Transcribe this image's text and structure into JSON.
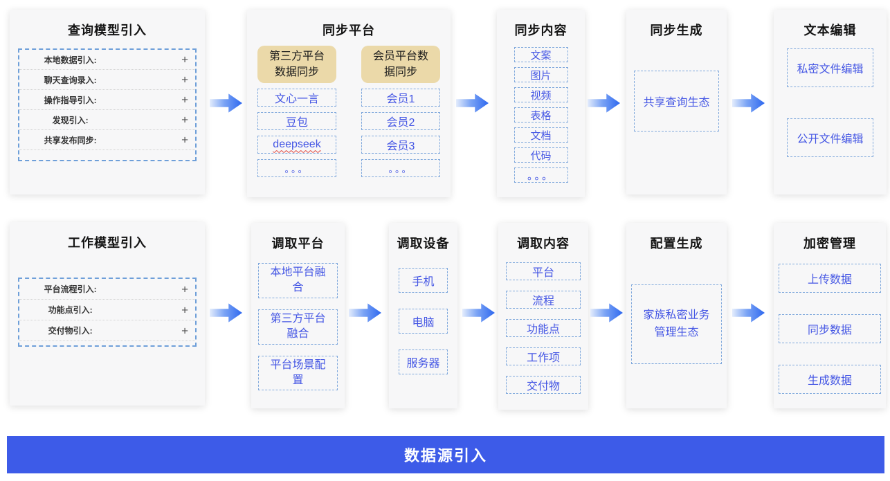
{
  "banner": {
    "label": "数据源引入"
  },
  "icons": {
    "plus": "+",
    "dots": "。。。"
  },
  "colors": {
    "banner_blue": "#3d5be8",
    "arrow_blue": "#2e68ef",
    "item_text_blue": "#4456e4",
    "dashed_border_blue": "#7fa8dc",
    "group_header_tan": "#ebd9a9",
    "panel_background": "#f7f7f8",
    "misspell_underline_red": "#e0443a"
  },
  "top_row": {
    "panel1": {
      "title": "查询模型引入",
      "rows": [
        {
          "label": "本地数据引入:"
        },
        {
          "label": "聊天查询录入:"
        },
        {
          "label": "操作指导引入:"
        },
        {
          "label": "发现引入:"
        },
        {
          "label": "共享发布同步:"
        }
      ]
    },
    "panel2": {
      "title": "同步平台",
      "columns": [
        {
          "header": "第三方平台数据同步",
          "items": [
            "文心一言",
            "豆包",
            "deepseek",
            "。。。"
          ]
        },
        {
          "header": "会员平台数据同步",
          "items": [
            "会员1",
            "会员2",
            "会员3",
            "。。。"
          ]
        }
      ]
    },
    "panel3": {
      "title": "同步内容",
      "items": [
        "文案",
        "图片",
        "视频",
        "表格",
        "文档",
        "代码",
        "。。。"
      ]
    },
    "panel4": {
      "title": "同步生成",
      "item": "共享查询生态"
    },
    "panel5": {
      "title": "文本编辑",
      "items": [
        "私密文件编辑",
        "公开文件编辑"
      ]
    }
  },
  "bottom_row": {
    "panel1": {
      "title": "工作模型引入",
      "rows": [
        {
          "label": "平台流程引入:"
        },
        {
          "label": "功能点引入:"
        },
        {
          "label": "交付物引入:"
        }
      ]
    },
    "panel2": {
      "title": "调取平台",
      "items": [
        "本地平台融合",
        "第三方平台融合",
        "平台场景配置"
      ]
    },
    "panel3": {
      "title": "调取设备",
      "items": [
        "手机",
        "电脑",
        "服务器"
      ]
    },
    "panel4": {
      "title": "调取内容",
      "items": [
        "平台",
        "流程",
        "功能点",
        "工作项",
        "交付物"
      ]
    },
    "panel5": {
      "title": "配置生成",
      "item": "家族私密业务管理生态"
    },
    "panel6": {
      "title": "加密管理",
      "items": [
        "上传数据",
        "同步数据",
        "生成数据"
      ]
    }
  }
}
